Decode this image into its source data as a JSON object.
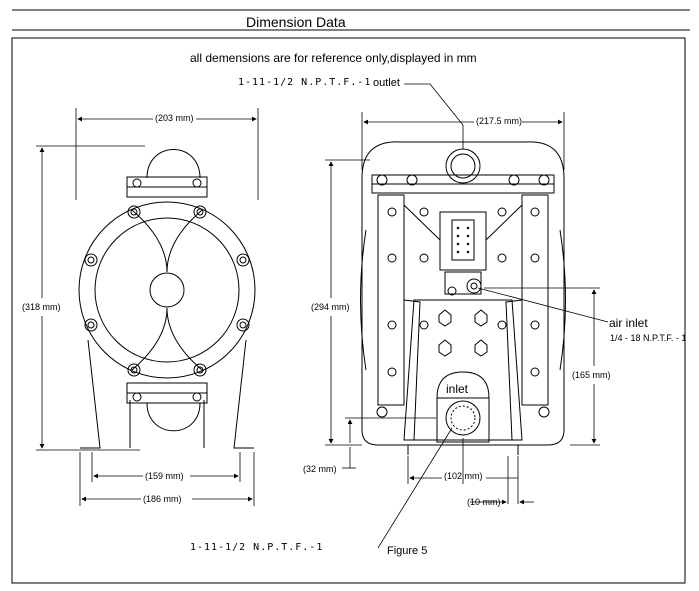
{
  "header": {
    "title": "Dimension Data"
  },
  "note": "all demensions are for reference only,displayed in mm",
  "outlet": {
    "spec": "1-11-1/2 N.P.T.F.-1",
    "label": "outlet"
  },
  "inlet": {
    "spec": "1-11-1/2 N.P.T.F.-1",
    "label": "inlet"
  },
  "air_inlet": {
    "label": "air inlet",
    "spec": "1/4 - 18 N.P.T.F. - 1"
  },
  "figure_caption": "Figure 5",
  "front_view": {
    "width": "(203 mm)",
    "height": "(318 mm)",
    "foot_inner": "(159 mm)",
    "foot_outer": "(186 mm)"
  },
  "side_view": {
    "width": "(217.5 mm)",
    "height": "(294 mm)",
    "air_inlet_height": "(165 mm)",
    "base_height": "(32 mm)",
    "inlet_offset": "(102 mm)",
    "foot_width": "(10 mm)"
  }
}
